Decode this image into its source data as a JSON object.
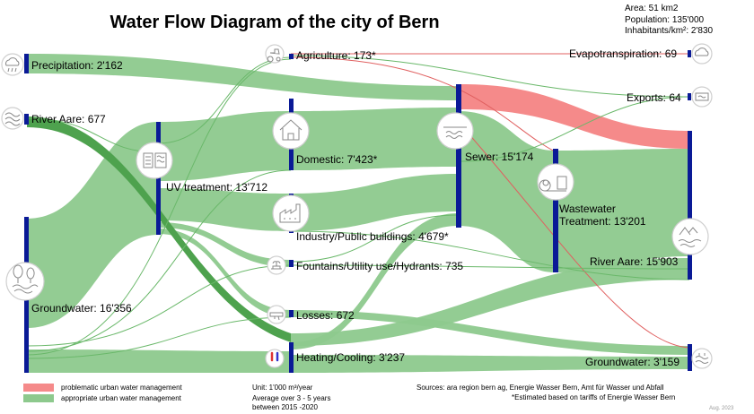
{
  "title": "Water Flow Diagram of the city of Bern",
  "stats": {
    "area": "Area:  51 km2",
    "population": "Population: 135'000",
    "density": "Inhabitants/km²: 2'830"
  },
  "colors": {
    "appropriate": "#8dc98d",
    "appropriate_dark": "#4ea24e",
    "problematic": "#f58a8a",
    "node_bar": "#0a1a96",
    "thin_green": "#6ab86a",
    "thin_red": "#e06060",
    "icon_circle": "#cfcfcf"
  },
  "nodes": {
    "precipitation": {
      "label": "Precipitation: 2'162",
      "icon": "rain-cloud-icon"
    },
    "river_aare_in": {
      "label": "River Aare: 677",
      "icon": "river-icon"
    },
    "groundwater_in": {
      "label": "Groundwater: 16'356",
      "icon": "trees-groundwater-icon"
    },
    "uv_treatment": {
      "label": "UV treatment: 13'712",
      "icon": "uv-treatment-icon"
    },
    "agriculture": {
      "label": "Agriculture: 173*",
      "icon": "tractor-icon"
    },
    "domestic": {
      "label": "Domestic: 7'423*",
      "icon": "house-icon"
    },
    "industry": {
      "label": "Industry/Public buildings: 4'679*",
      "icon": "factory-icon"
    },
    "fountains": {
      "label": "Fountains/Utility use/Hydrants: 735",
      "icon": "fountain-icon"
    },
    "losses": {
      "label": "Losses: 672",
      "icon": "pipe-leak-icon"
    },
    "heating": {
      "label": "Heating/Cooling: 3'237",
      "icon": "thermometer-icon"
    },
    "sewer": {
      "label": "Sewer: 15'174",
      "icon": "sewer-icon"
    },
    "wastewater": {
      "label_line1": "Wastewater",
      "label_line2": "Treatment: 13'201",
      "icon": "treatment-plant-icon"
    },
    "evapotranspiration": {
      "label": "Evapotranspiration: 69",
      "icon": "cloud-icon"
    },
    "exports": {
      "label": "Exports: 64",
      "icon": "pipeline-icon"
    },
    "river_aare_out": {
      "label": "River Aare: 15'903",
      "icon": "river-landscape-icon"
    },
    "groundwater_out": {
      "label": "Groundwater: 3'159",
      "icon": "groundwater-icon"
    }
  },
  "legend": {
    "problematic": "problematic urban water management",
    "appropriate": "appropriate urban water management"
  },
  "unit": {
    "line1": "Unit: 1'000 m³/year",
    "line2": "Average over 3 - 5 years",
    "line3": "between 2015 -2020"
  },
  "sources": {
    "line1": "Sources: ara region bern ag, Energie Wasser Bern, Amt für Wasser und Abfall",
    "line2": "*Estimated based on tariffs of Energie Wasser Bern"
  },
  "stamp": "Aug. 2023"
}
